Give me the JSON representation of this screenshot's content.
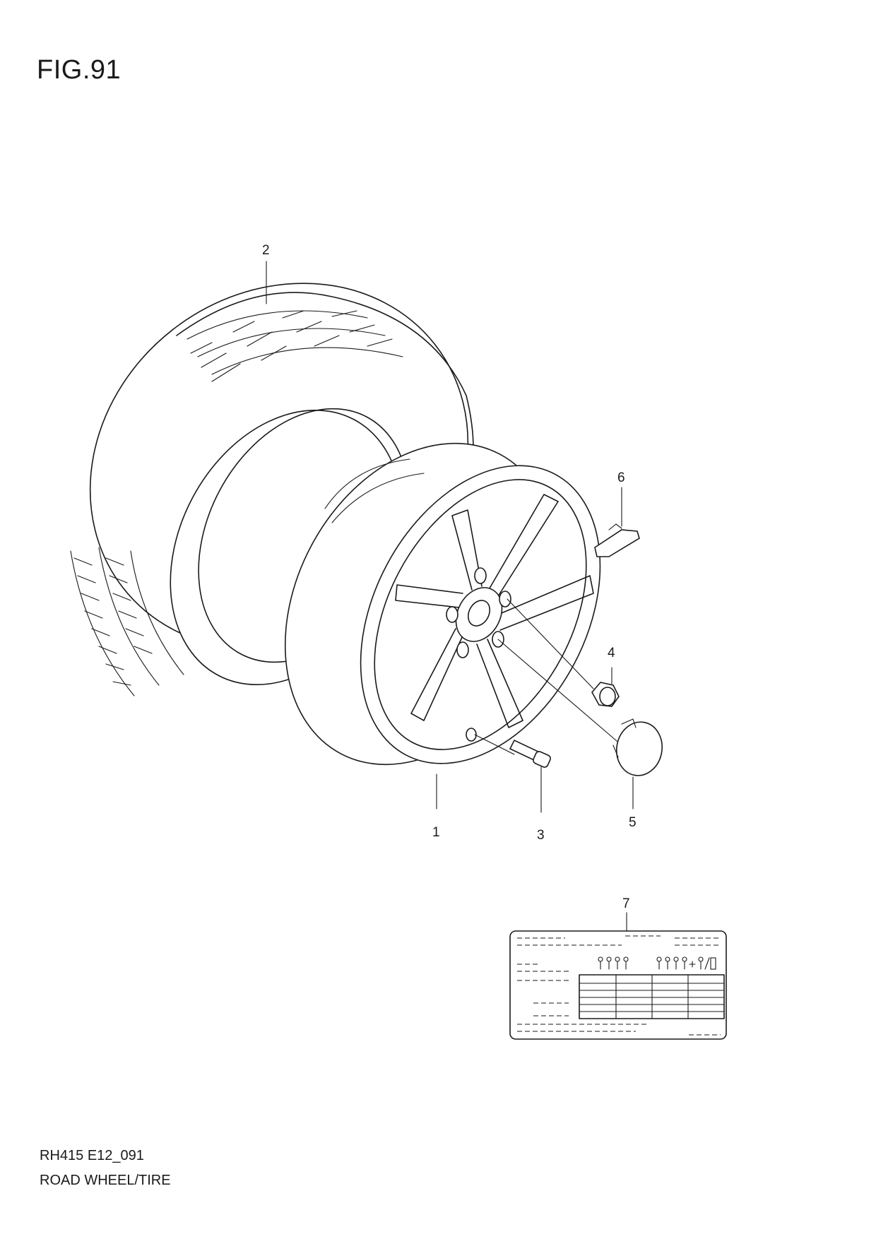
{
  "figure": {
    "title": "FIG.91",
    "code": "RH415 E12_091",
    "name": "ROAD WHEEL/TIRE"
  },
  "callouts": [
    {
      "id": "1",
      "part": "wheel"
    },
    {
      "id": "2",
      "part": "tire"
    },
    {
      "id": "3",
      "part": "valve"
    },
    {
      "id": "4",
      "part": "nut"
    },
    {
      "id": "5",
      "part": "cap"
    },
    {
      "id": "6",
      "part": "sensor"
    },
    {
      "id": "7",
      "part": "label"
    }
  ]
}
